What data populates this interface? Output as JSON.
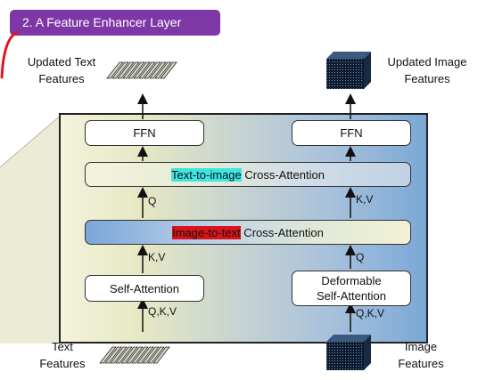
{
  "header": {
    "title": "2. A Feature Enhancer Layer"
  },
  "outputs": {
    "text_line1": "Updated Text",
    "text_line2": "Features",
    "image_line1": "Updated Image",
    "image_line2": "Features"
  },
  "inputs": {
    "text_line1": "Text",
    "text_line2": "Features",
    "image_line1": "Image",
    "image_line2": "Features"
  },
  "blocks": {
    "ffn_left": "FFN",
    "ffn_right": "FFN",
    "t2i_highlight": "Text-to-image",
    "t2i_rest": " Cross-Attention",
    "i2t_highlight": "Image-to-text",
    "i2t_rest": " Cross-Attention",
    "self_attention": "Self-Attention",
    "deformable_line1": "Deformable",
    "deformable_line2": "Self-Attention"
  },
  "arrow_labels": {
    "q_top": "Q",
    "kv_top": "K,V",
    "kv_mid": "K,V",
    "q_mid": "Q",
    "qkv_left": "Q,K,V",
    "qkv_right": "Q,K,V"
  },
  "colors": {
    "title_bg": "#7e37a6",
    "t2i_highlight": "#3ee6e2",
    "i2t_highlight": "#d9141a",
    "image_cube": "#0d1b2e",
    "accent_red": "#e0141c"
  }
}
